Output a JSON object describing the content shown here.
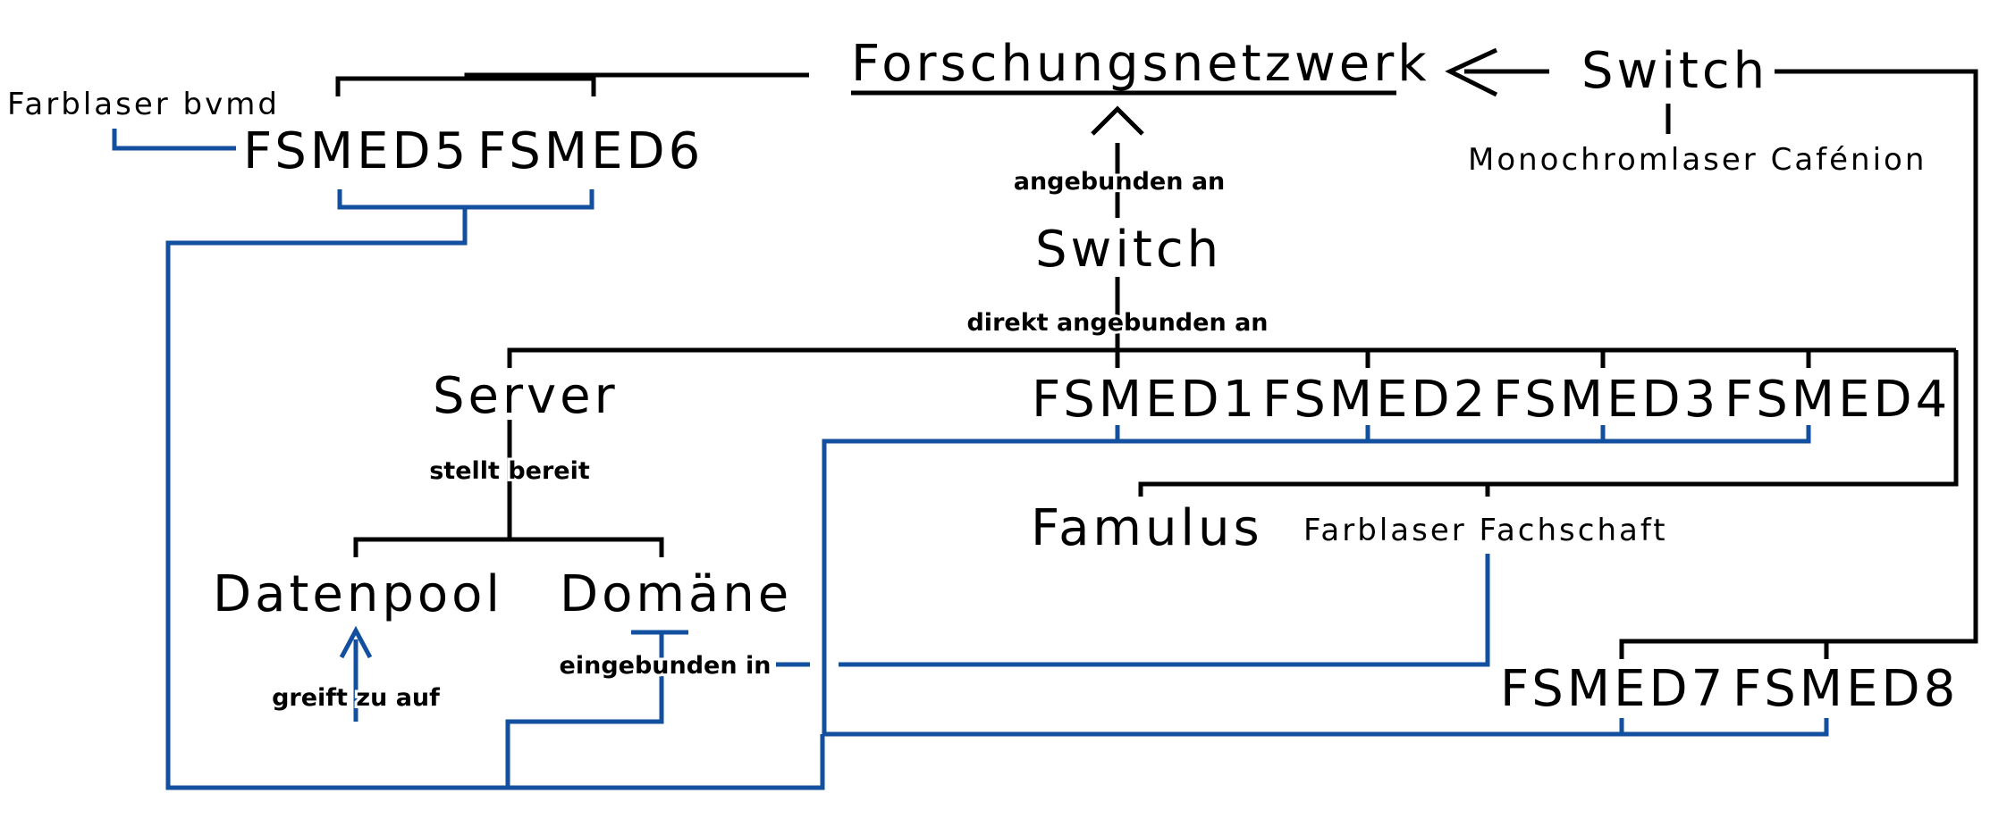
{
  "nodes": {
    "forschungsnetzwerk": "Forschungsnetzwerk",
    "switch_top": "Switch",
    "monochromlaser": "Monochromlaser Cafénion",
    "farblaser_bvmd": "Farblaser bvmd",
    "fsmed5": "FSMED5",
    "fsmed6": "FSMED6",
    "switch_mid": "Switch",
    "server": "Server",
    "fsmed1": "FSMED1",
    "fsmed2": "FSMED2",
    "fsmed3": "FSMED3",
    "fsmed4": "FSMED4",
    "famulus": "Famulus",
    "farblaser_fachschaft": "Farblaser Fachschaft",
    "datenpool": "Datenpool",
    "domaene": "Domäne",
    "fsmed7": "FSMED7",
    "fsmed8": "FSMED8"
  },
  "edge_labels": {
    "angebunden_an": "angebunden an",
    "direkt_angebunden_an": "direkt angebunden an",
    "stellt_bereit": "stellt bereit",
    "greift_zu_auf": "greift zu auf",
    "eingebunden_in": "eingebunden in"
  },
  "colors": {
    "hierarchy_line": "#000000",
    "access_line": "#124f9e",
    "background": "#ffffff"
  }
}
